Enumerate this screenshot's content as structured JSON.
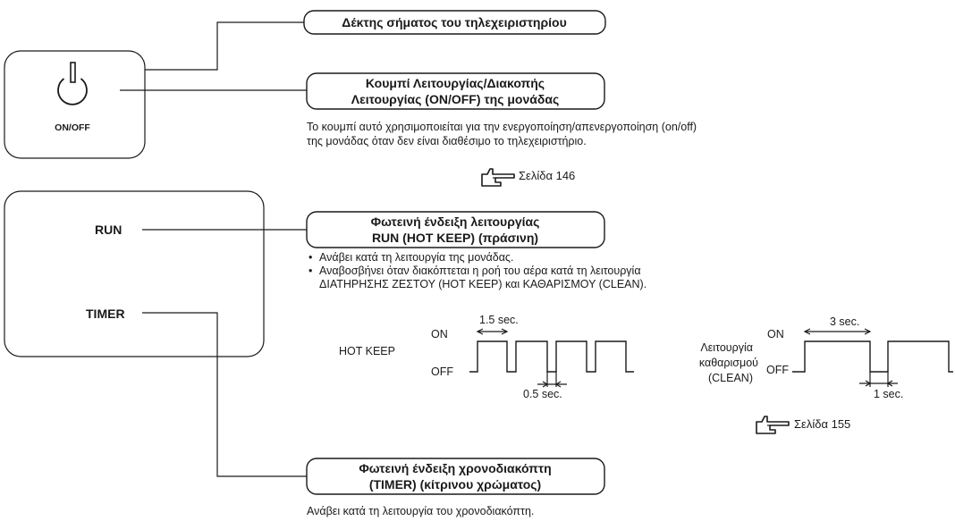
{
  "remote_receiver": {
    "title": "Δέκτης σήματος του τηλεχειριστηρίου"
  },
  "onoff_panel": {
    "button_label": "ON/OFF"
  },
  "onoff_button": {
    "title_line1": "Κουμπί Λειτουργίας/Διακοπής",
    "title_line2": "Λειτουργίας (ON/OFF) της μονάδας",
    "desc_line1": "Το κουμπί αυτό χρησιμοποιείται για την ενεργοποίηση/απενεργοποίηση (on/off)",
    "desc_line2": "της μονάδας όταν δεν είναι διαθέσιμο το τηλεχειριστήριο.",
    "page_ref": "Σελίδα 146",
    "page_ref_icon": "pointing-hand-icon"
  },
  "indicator_panel": {
    "run_label": "RUN",
    "timer_label": "TIMER"
  },
  "run_indicator": {
    "title_line1": "Φωτεινή ένδειξη λειτουργίας",
    "title_line2": "RUN (HOT KEEP) (πράσινη)",
    "bullet1": "Ανάβει κατά τη λειτουργία της μονάδας.",
    "bullet2_line1": "Αναβοσβήνει όταν διακόπτεται η ροή του αέρα κατά τη λειτουργία",
    "bullet2_line2": "ΔΙΑΤΗΡΗΣΗΣ ΖΕΣΤΟΥ (HOT KEEP) και ΚΑΘΑΡΙΣΜΟΥ (CLEAN).",
    "bullet_marker": "•"
  },
  "hot_keep_timing": {
    "mode_label": "HOT KEEP",
    "on_label": "ON",
    "off_label": "OFF",
    "on_duration": "1.5 sec.",
    "off_duration": "0.5 sec."
  },
  "clean_timing": {
    "mode_label_line1": "Λειτουργία",
    "mode_label_line2": "καθαρισμού",
    "mode_label_line3": "(CLEAN)",
    "on_label": "ON",
    "off_label": "OFF",
    "on_duration": "3 sec.",
    "off_duration": "1 sec.",
    "page_ref": "Σελίδα 155",
    "page_ref_icon": "pointing-hand-icon"
  },
  "timer_indicator": {
    "title_line1": "Φωτεινή ένδειξη χρονοδιακόπτη",
    "title_line2": "(TIMER) (κίτρινου χρώματος)",
    "desc": "Ανάβει κατά τη λειτουργία του χρονοδιακόπτη."
  }
}
